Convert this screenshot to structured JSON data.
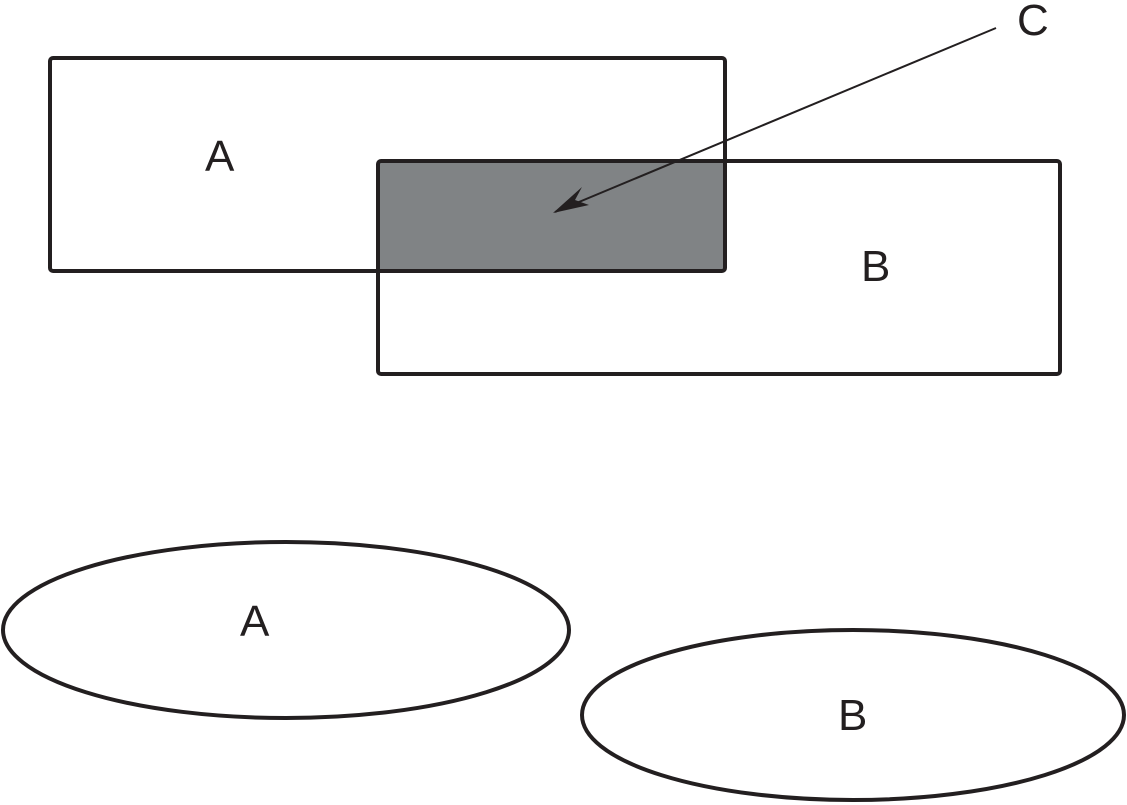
{
  "colors": {
    "stroke": "#231f20",
    "overlap_fill": "#808385",
    "background": "#ffffff"
  },
  "labels": {
    "rect_a": "A",
    "rect_b": "B",
    "overlap": "C",
    "ellipse_a": "A",
    "ellipse_b": "B"
  }
}
